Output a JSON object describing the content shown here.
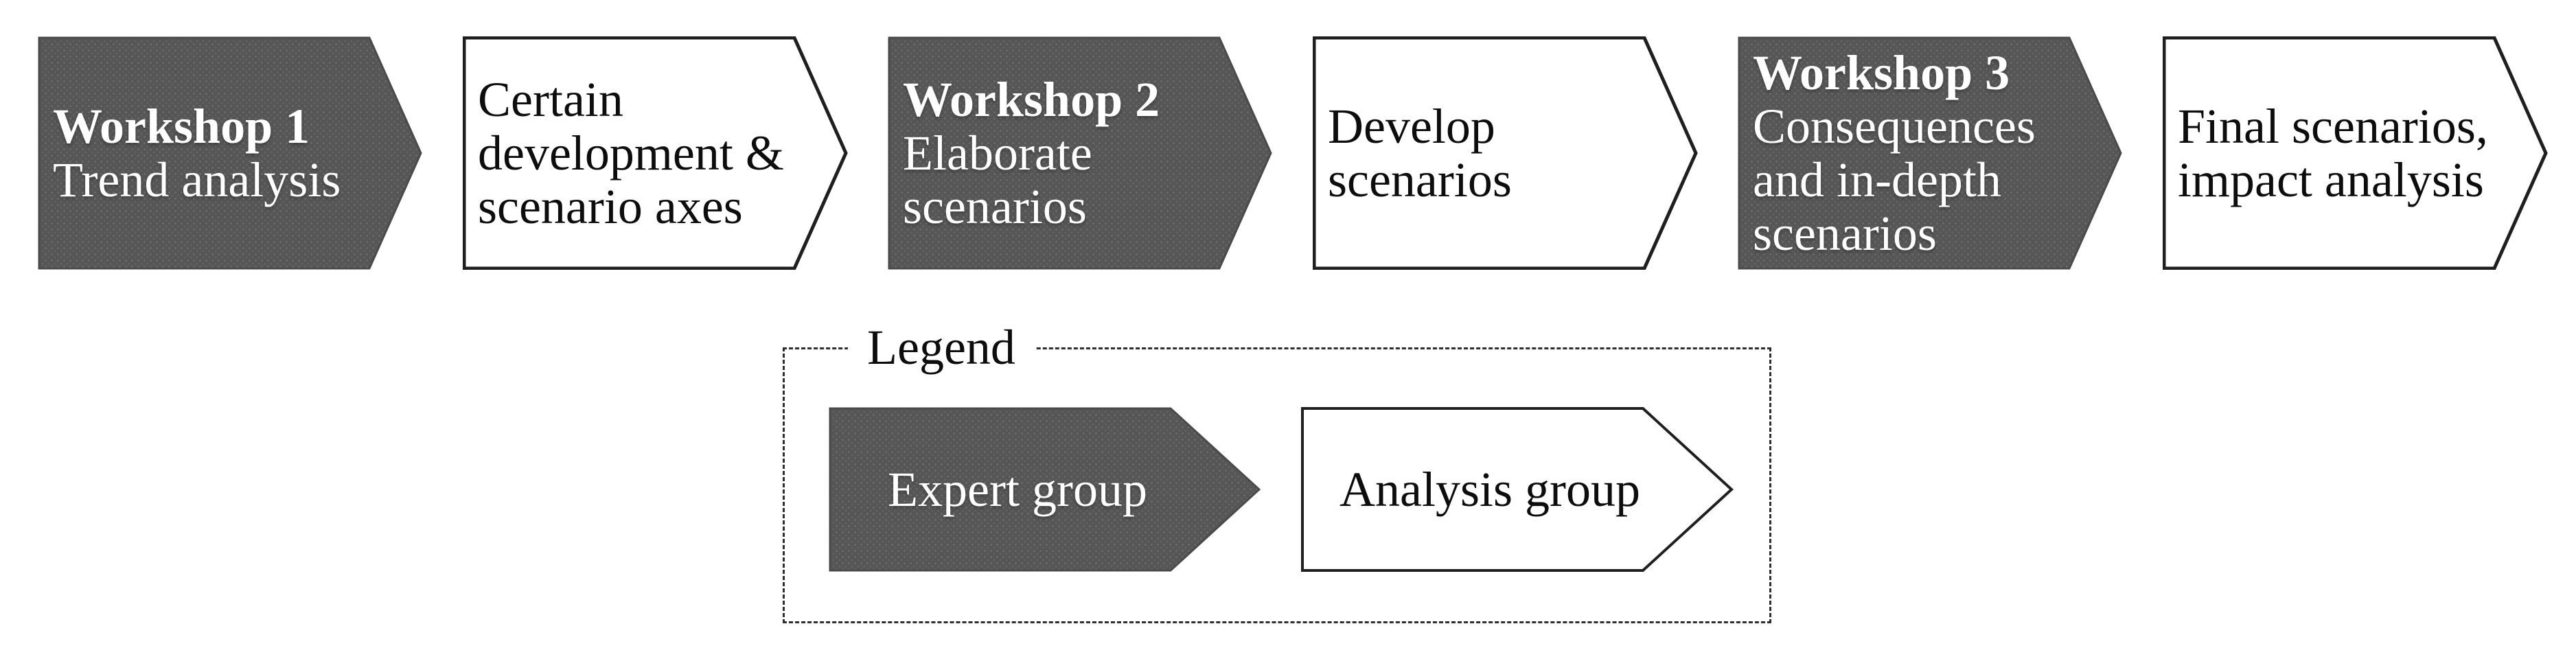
{
  "flow": {
    "steps": [
      {
        "variant": "expert",
        "lines": [
          {
            "text": "Workshop 1",
            "bold": true
          },
          {
            "text": "Trend analysis",
            "bold": false
          }
        ]
      },
      {
        "variant": "analysis",
        "lines": [
          {
            "text": "Certain",
            "bold": false
          },
          {
            "text": "development &",
            "bold": false
          },
          {
            "text": "scenario axes",
            "bold": false
          }
        ]
      },
      {
        "variant": "expert",
        "lines": [
          {
            "text": "Workshop 2",
            "bold": true
          },
          {
            "text": "Elaborate",
            "bold": false
          },
          {
            "text": "scenarios",
            "bold": false
          }
        ]
      },
      {
        "variant": "analysis",
        "lines": [
          {
            "text": "Develop",
            "bold": false
          },
          {
            "text": "scenarios",
            "bold": false
          }
        ]
      },
      {
        "variant": "expert",
        "lines": [
          {
            "text": "Workshop 3",
            "bold": true
          },
          {
            "text": "Consequences",
            "bold": false
          },
          {
            "text": "and in-depth",
            "bold": false
          },
          {
            "text": "scenarios",
            "bold": false
          }
        ]
      },
      {
        "variant": "analysis",
        "lines": [
          {
            "text": "Final scenarios,",
            "bold": false
          },
          {
            "text": "impact analysis",
            "bold": false
          }
        ]
      }
    ]
  },
  "legend": {
    "title": "Legend",
    "items": [
      {
        "variant": "expert",
        "label": "Expert group"
      },
      {
        "variant": "analysis",
        "label": "Analysis group"
      }
    ]
  },
  "colors": {
    "expert_fill": "#565656",
    "expert_text": "#ffffff",
    "analysis_fill": "#ffffff",
    "analysis_text": "#0d0d0d",
    "outline": "#1f1f1f"
  }
}
